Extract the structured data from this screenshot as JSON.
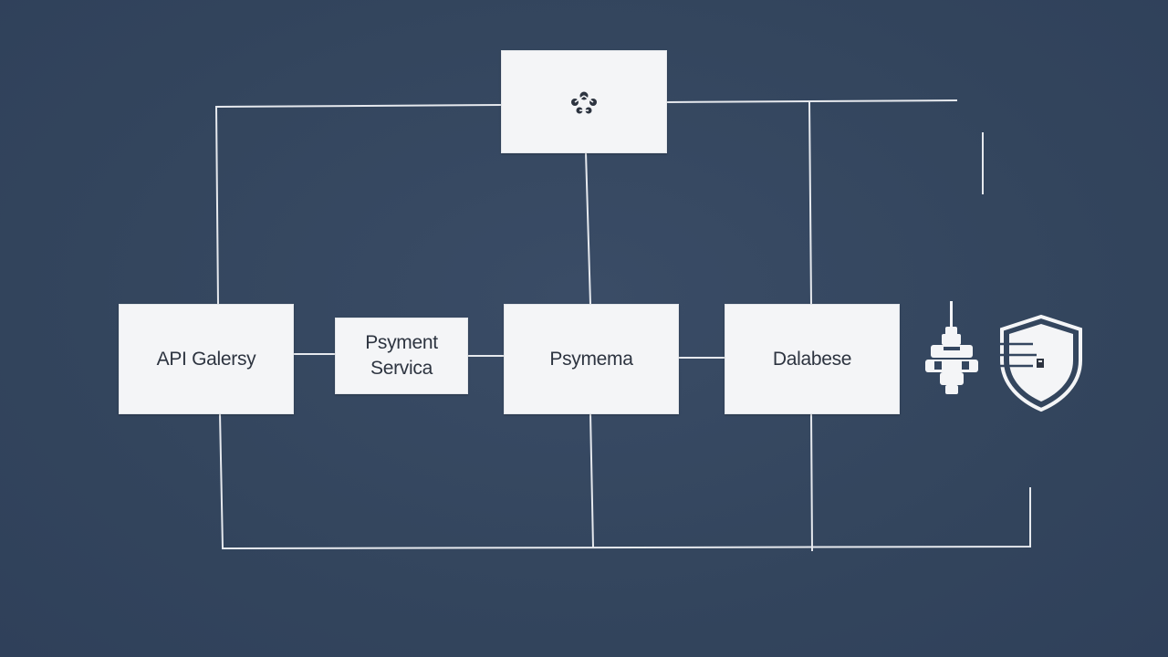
{
  "diagram": {
    "nodes": {
      "top": {
        "icon": "network-nodes-icon"
      },
      "api_gateway": {
        "label": "API Galersy"
      },
      "payment_service": {
        "label": "Psyment\nServica"
      },
      "psymema": {
        "label": "Psymema"
      },
      "database": {
        "label": "Dalabese"
      }
    },
    "side_icons": {
      "plug": "plug-icon",
      "shield": "shield-icon"
    }
  },
  "colors": {
    "background": "#34465f",
    "node_fill": "#f4f5f7",
    "connector": "#e6e9ee",
    "node_text": "#2d3440"
  }
}
